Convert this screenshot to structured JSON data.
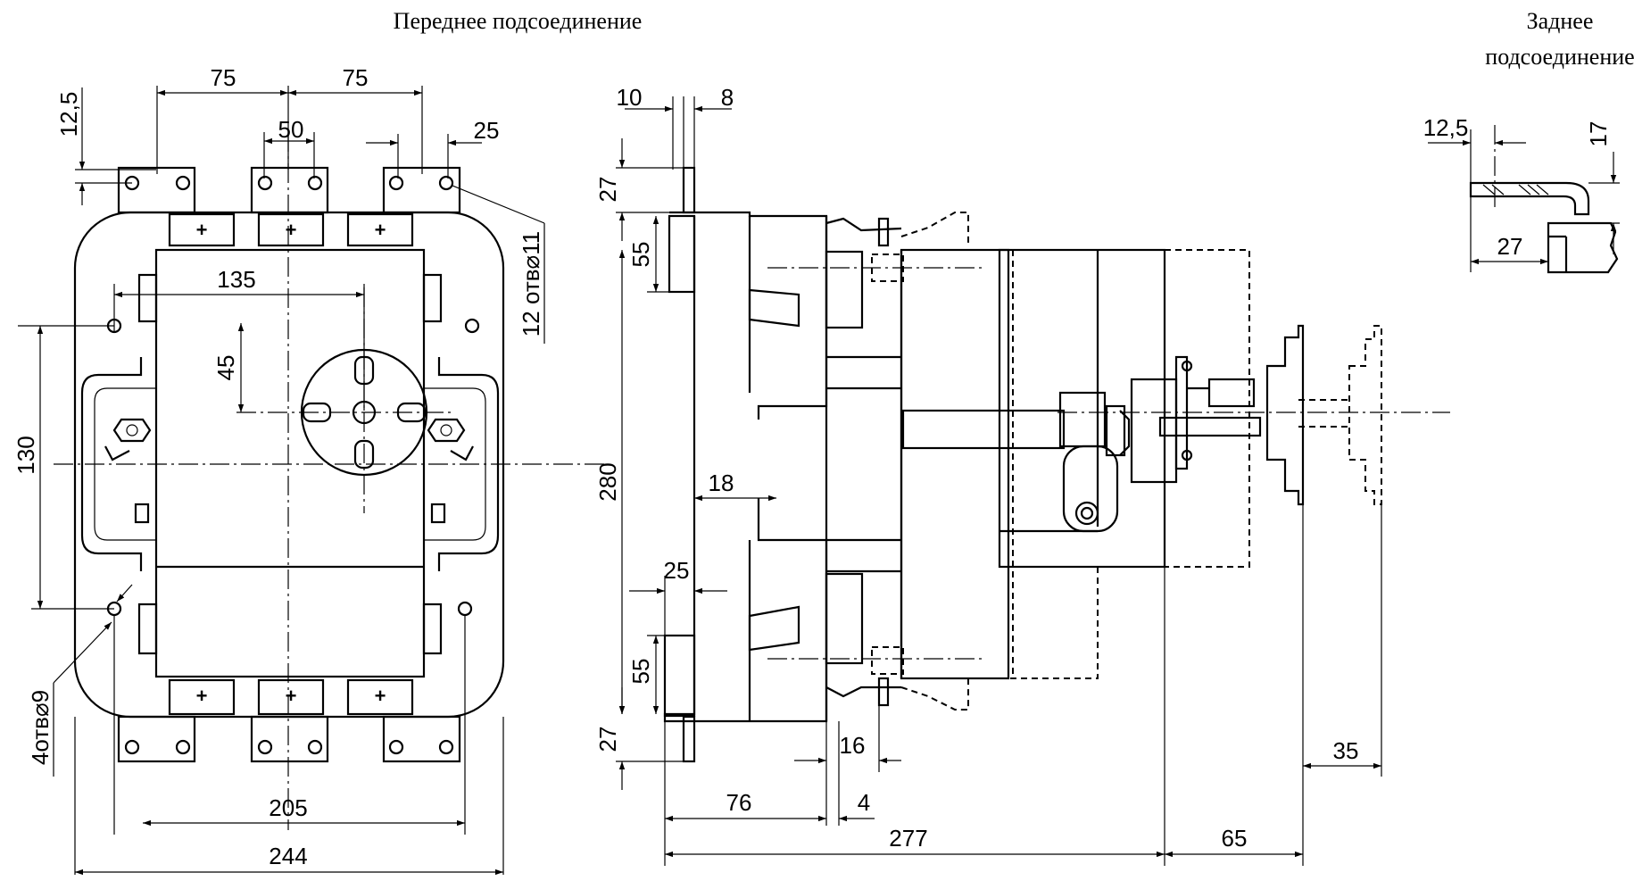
{
  "captions": {
    "front": "Переднее подсоединение",
    "rear_line1": "Заднее",
    "rear_line2": "подсоединение"
  },
  "dims": {
    "d75a": "75",
    "d75b": "75",
    "d50": "50",
    "d25top": "25",
    "d12_5a": "12,5",
    "d135": "135",
    "d45": "45",
    "d130": "130",
    "d205": "205",
    "d244": "244",
    "holes12": "12 отв⌀11",
    "holes4": "4отв⌀9",
    "d10": "10",
    "d8": "8",
    "d27a": "27",
    "d55a": "55",
    "d280": "280",
    "d18": "18",
    "d25mid": "25",
    "d55b": "55",
    "d27b": "27",
    "d16": "16",
    "d76": "76",
    "d4": "4",
    "d277": "277",
    "d65": "65",
    "d35": "35",
    "d12_5b": "12,5",
    "d17": "17",
    "d27c": "27"
  },
  "plus_sign": "+"
}
